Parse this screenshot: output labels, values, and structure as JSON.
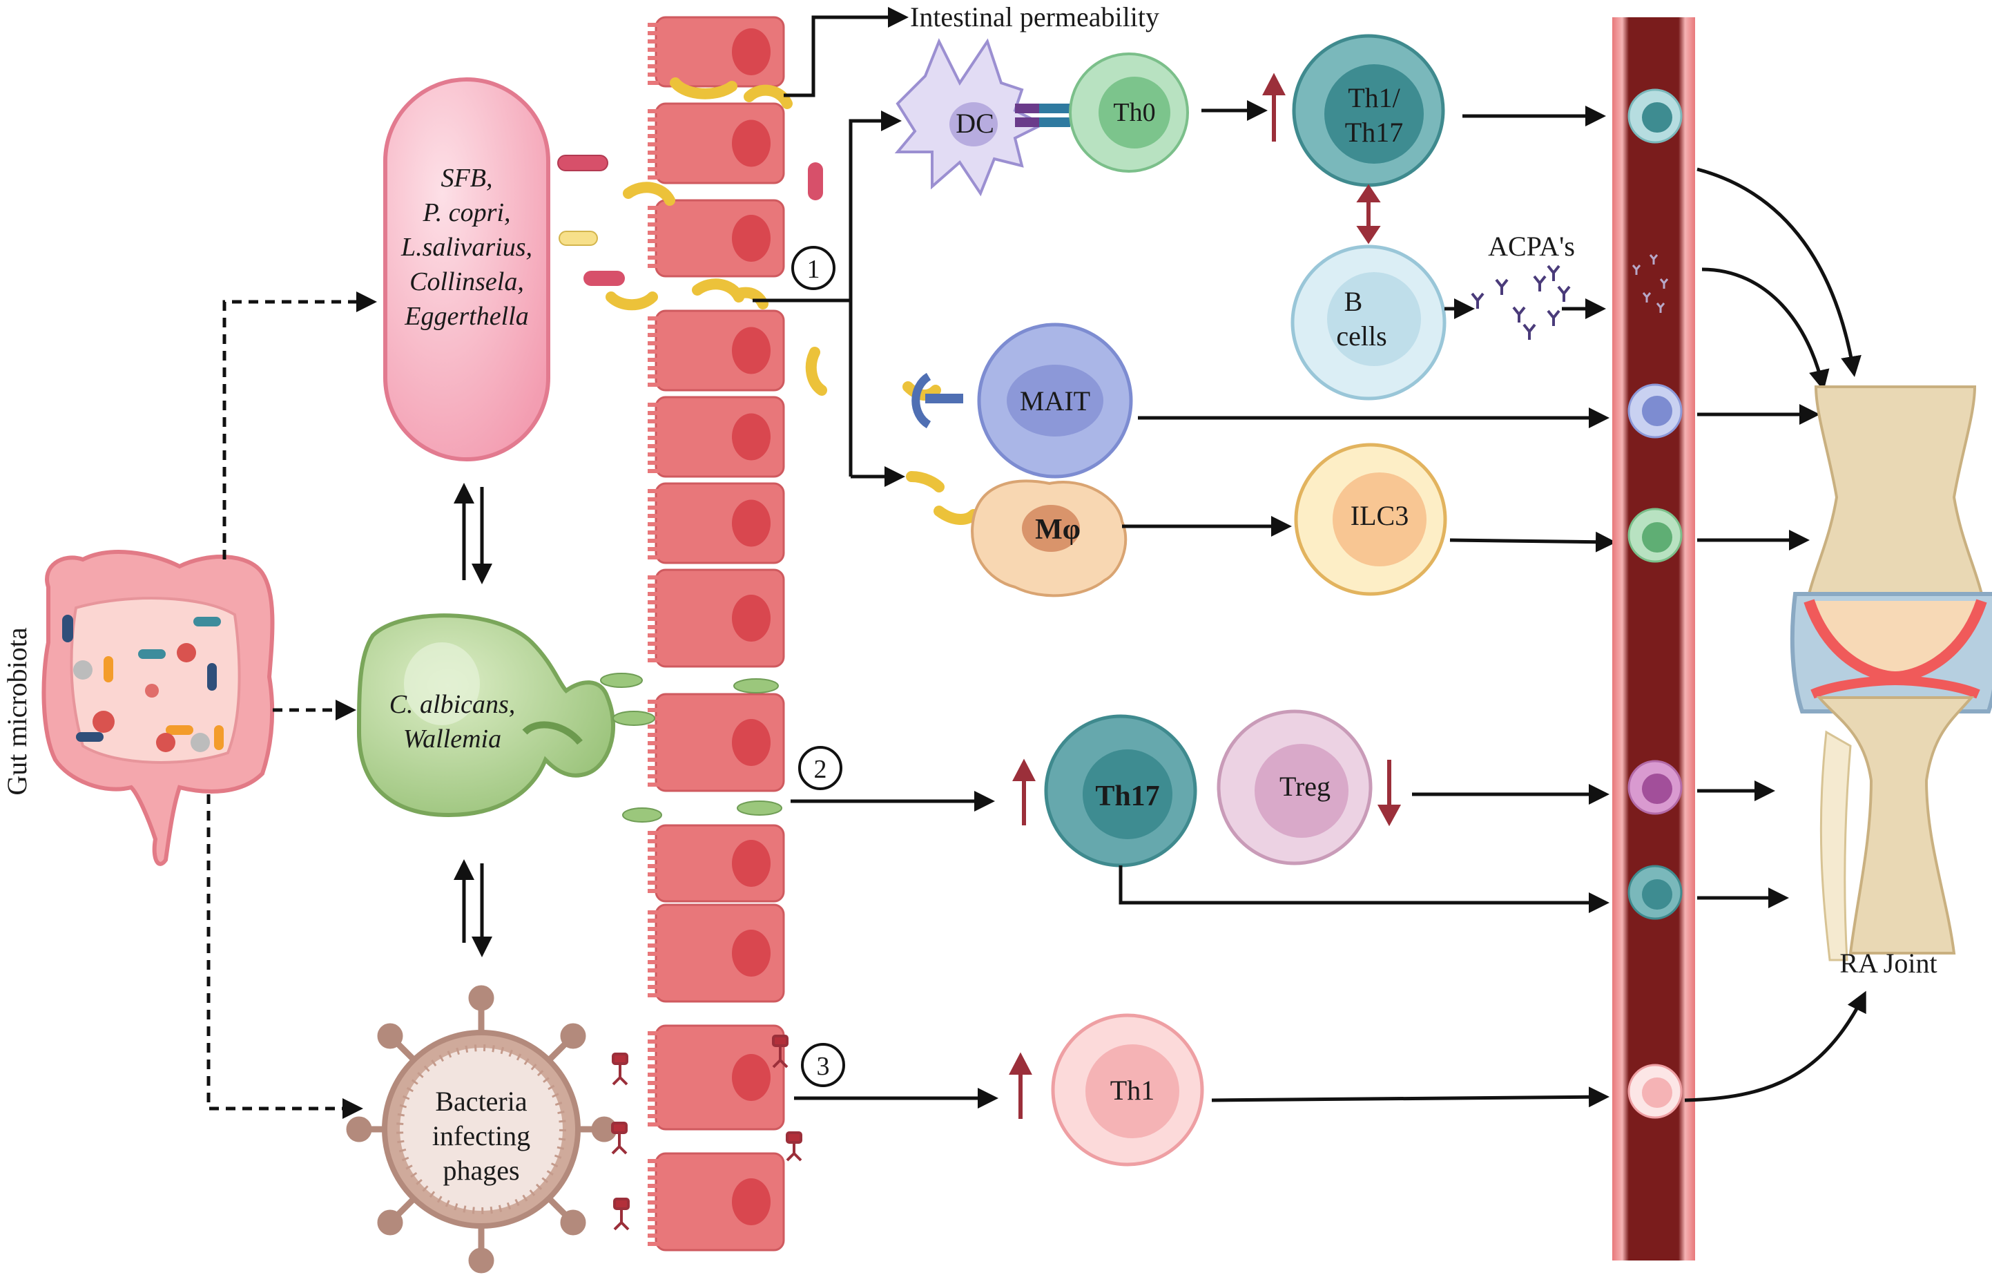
{
  "labels": {
    "gut_microbiota": "Gut microbiota",
    "bacteria_group": [
      "SFB,",
      "P. copri,",
      "L.salivarius,",
      "Collinsela,",
      "Eggerthella"
    ],
    "fungi_group": [
      "C. albicans,",
      "Wallemia"
    ],
    "phage_group": [
      "Bacteria",
      "infecting",
      "phages"
    ],
    "intestinal_permeability": "Intestinal permeability",
    "dc": "DC",
    "th0": "Th0",
    "th1_th17": [
      "Th1/",
      "Th17"
    ],
    "b_cells": [
      "B",
      "cells"
    ],
    "acpas": "ACPA's",
    "mait": "MAIT",
    "macrophage": "Mφ",
    "ilc3": "ILC3",
    "th17": "Th17",
    "treg": "Treg",
    "th1": "Th1",
    "ra_joint": "RA Joint",
    "pathway_1": "1",
    "pathway_2": "2",
    "pathway_3": "3"
  },
  "colors": {
    "epithelium": "#e8777a",
    "nucleus": "#d9474f",
    "blood_vessel": "#7a1c1c",
    "vessel_wall": "#e8787a",
    "bacteria_capsule": "#f6a8b8",
    "fungi": "#a9cc8a",
    "phage": "#c9a394",
    "th0": "#8fcf9a",
    "th1_th17": "#4f9ea1",
    "b_cells": "#cfe8f2",
    "mait": "#a7b3e6",
    "macrophage": "#f3c79a",
    "ilc3": "#fbe4b6",
    "th17": "#4f9ea1",
    "treg": "#d9a9c9",
    "th1": "#f6b3b5",
    "up_arrow": "#9b2f3a",
    "down_arrow": "#9b2f3a"
  },
  "icons": [
    "gut-icon",
    "bacteria-icon",
    "yeast-icon",
    "phage-icon",
    "dendritic-cell-icon",
    "antibody-icon",
    "joint-icon"
  ]
}
